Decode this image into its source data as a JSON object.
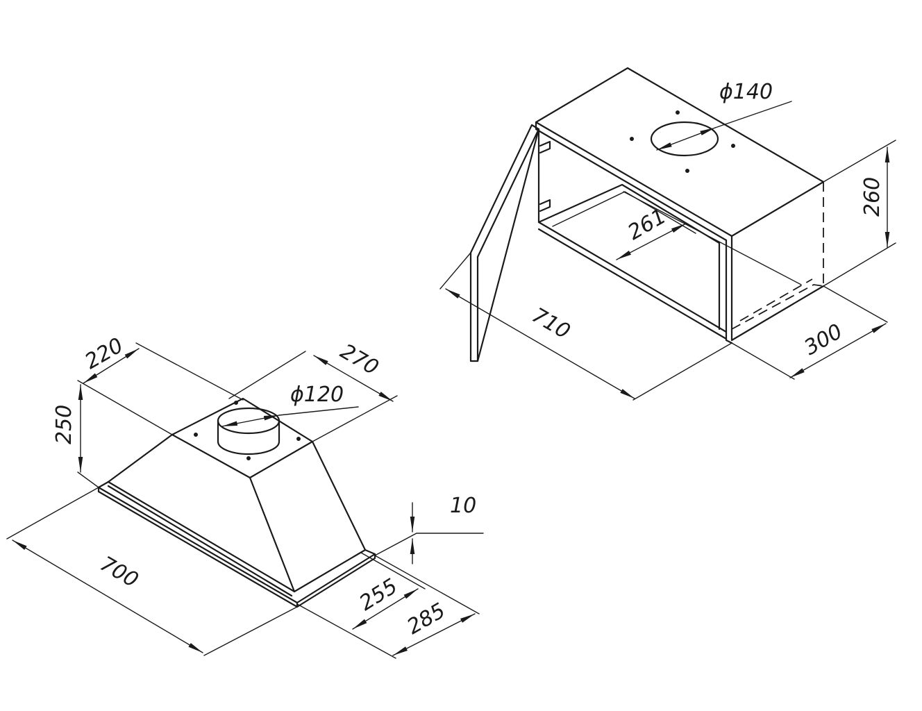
{
  "hood_left": {
    "dimensions": {
      "top_depth": "220",
      "top_width": "270",
      "height": "250",
      "outlet_diameter": "ϕ120",
      "width": "700",
      "panel_thickness": "10",
      "inner_depth": "255",
      "outer_depth": "285"
    }
  },
  "box_right": {
    "dimensions": {
      "outlet_diameter": "ϕ140",
      "height": "260",
      "inner_depth": "261",
      "width": "710",
      "depth": "300"
    }
  }
}
